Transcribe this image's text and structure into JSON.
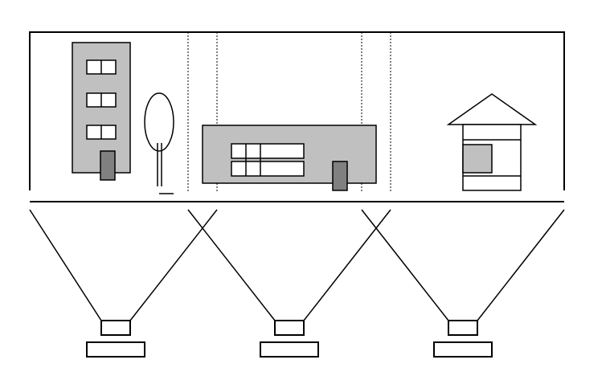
{
  "colors": {
    "line": "#000000",
    "building_fill": "#c0c0c0",
    "door_fill": "#808080",
    "background": "#ffffff"
  },
  "scene": {
    "objects": [
      "office-building",
      "tree",
      "wide-building",
      "house"
    ],
    "projectors": 3
  }
}
